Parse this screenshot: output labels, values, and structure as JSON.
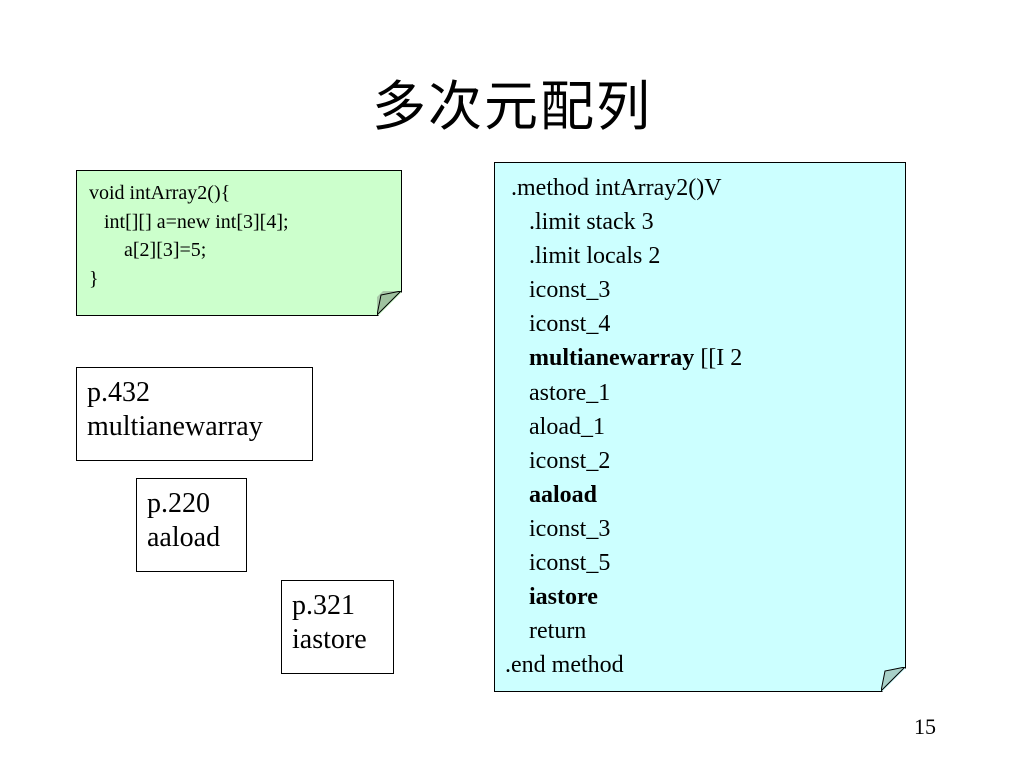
{
  "slide": {
    "title": "多次元配列",
    "page_number": "15"
  },
  "colors": {
    "green_note": "#ccffcc",
    "cyan_note": "#ccffff",
    "fold": "#b8d8b8"
  },
  "java_code": {
    "lines": [
      "void intArray2(){",
      "   int[][] a=new int[3][4];",
      "       a[2][3]=5;",
      "}"
    ]
  },
  "bytecode": {
    "line_0": ".method intArray2()V",
    "line_1": ".limit stack 3",
    "line_2": ".limit locals 2",
    "line_3": "iconst_3",
    "line_4": "iconst_4",
    "line_5_bold": "multianewarray",
    "line_5_rest": " [[I 2",
    "line_6": "astore_1",
    "line_7": "aload_1",
    "line_8": "iconst_2",
    "line_9": "aaload",
    "line_10": "iconst_3",
    "line_11": "iconst_5",
    "line_12": "iastore",
    "line_13": "return",
    "line_14": ".end method"
  },
  "references": [
    {
      "page": "p.432",
      "instruction": "multianewarray"
    },
    {
      "page": "p.220",
      "instruction": "aaload"
    },
    {
      "page": "p.321",
      "instruction": "iastore"
    }
  ]
}
